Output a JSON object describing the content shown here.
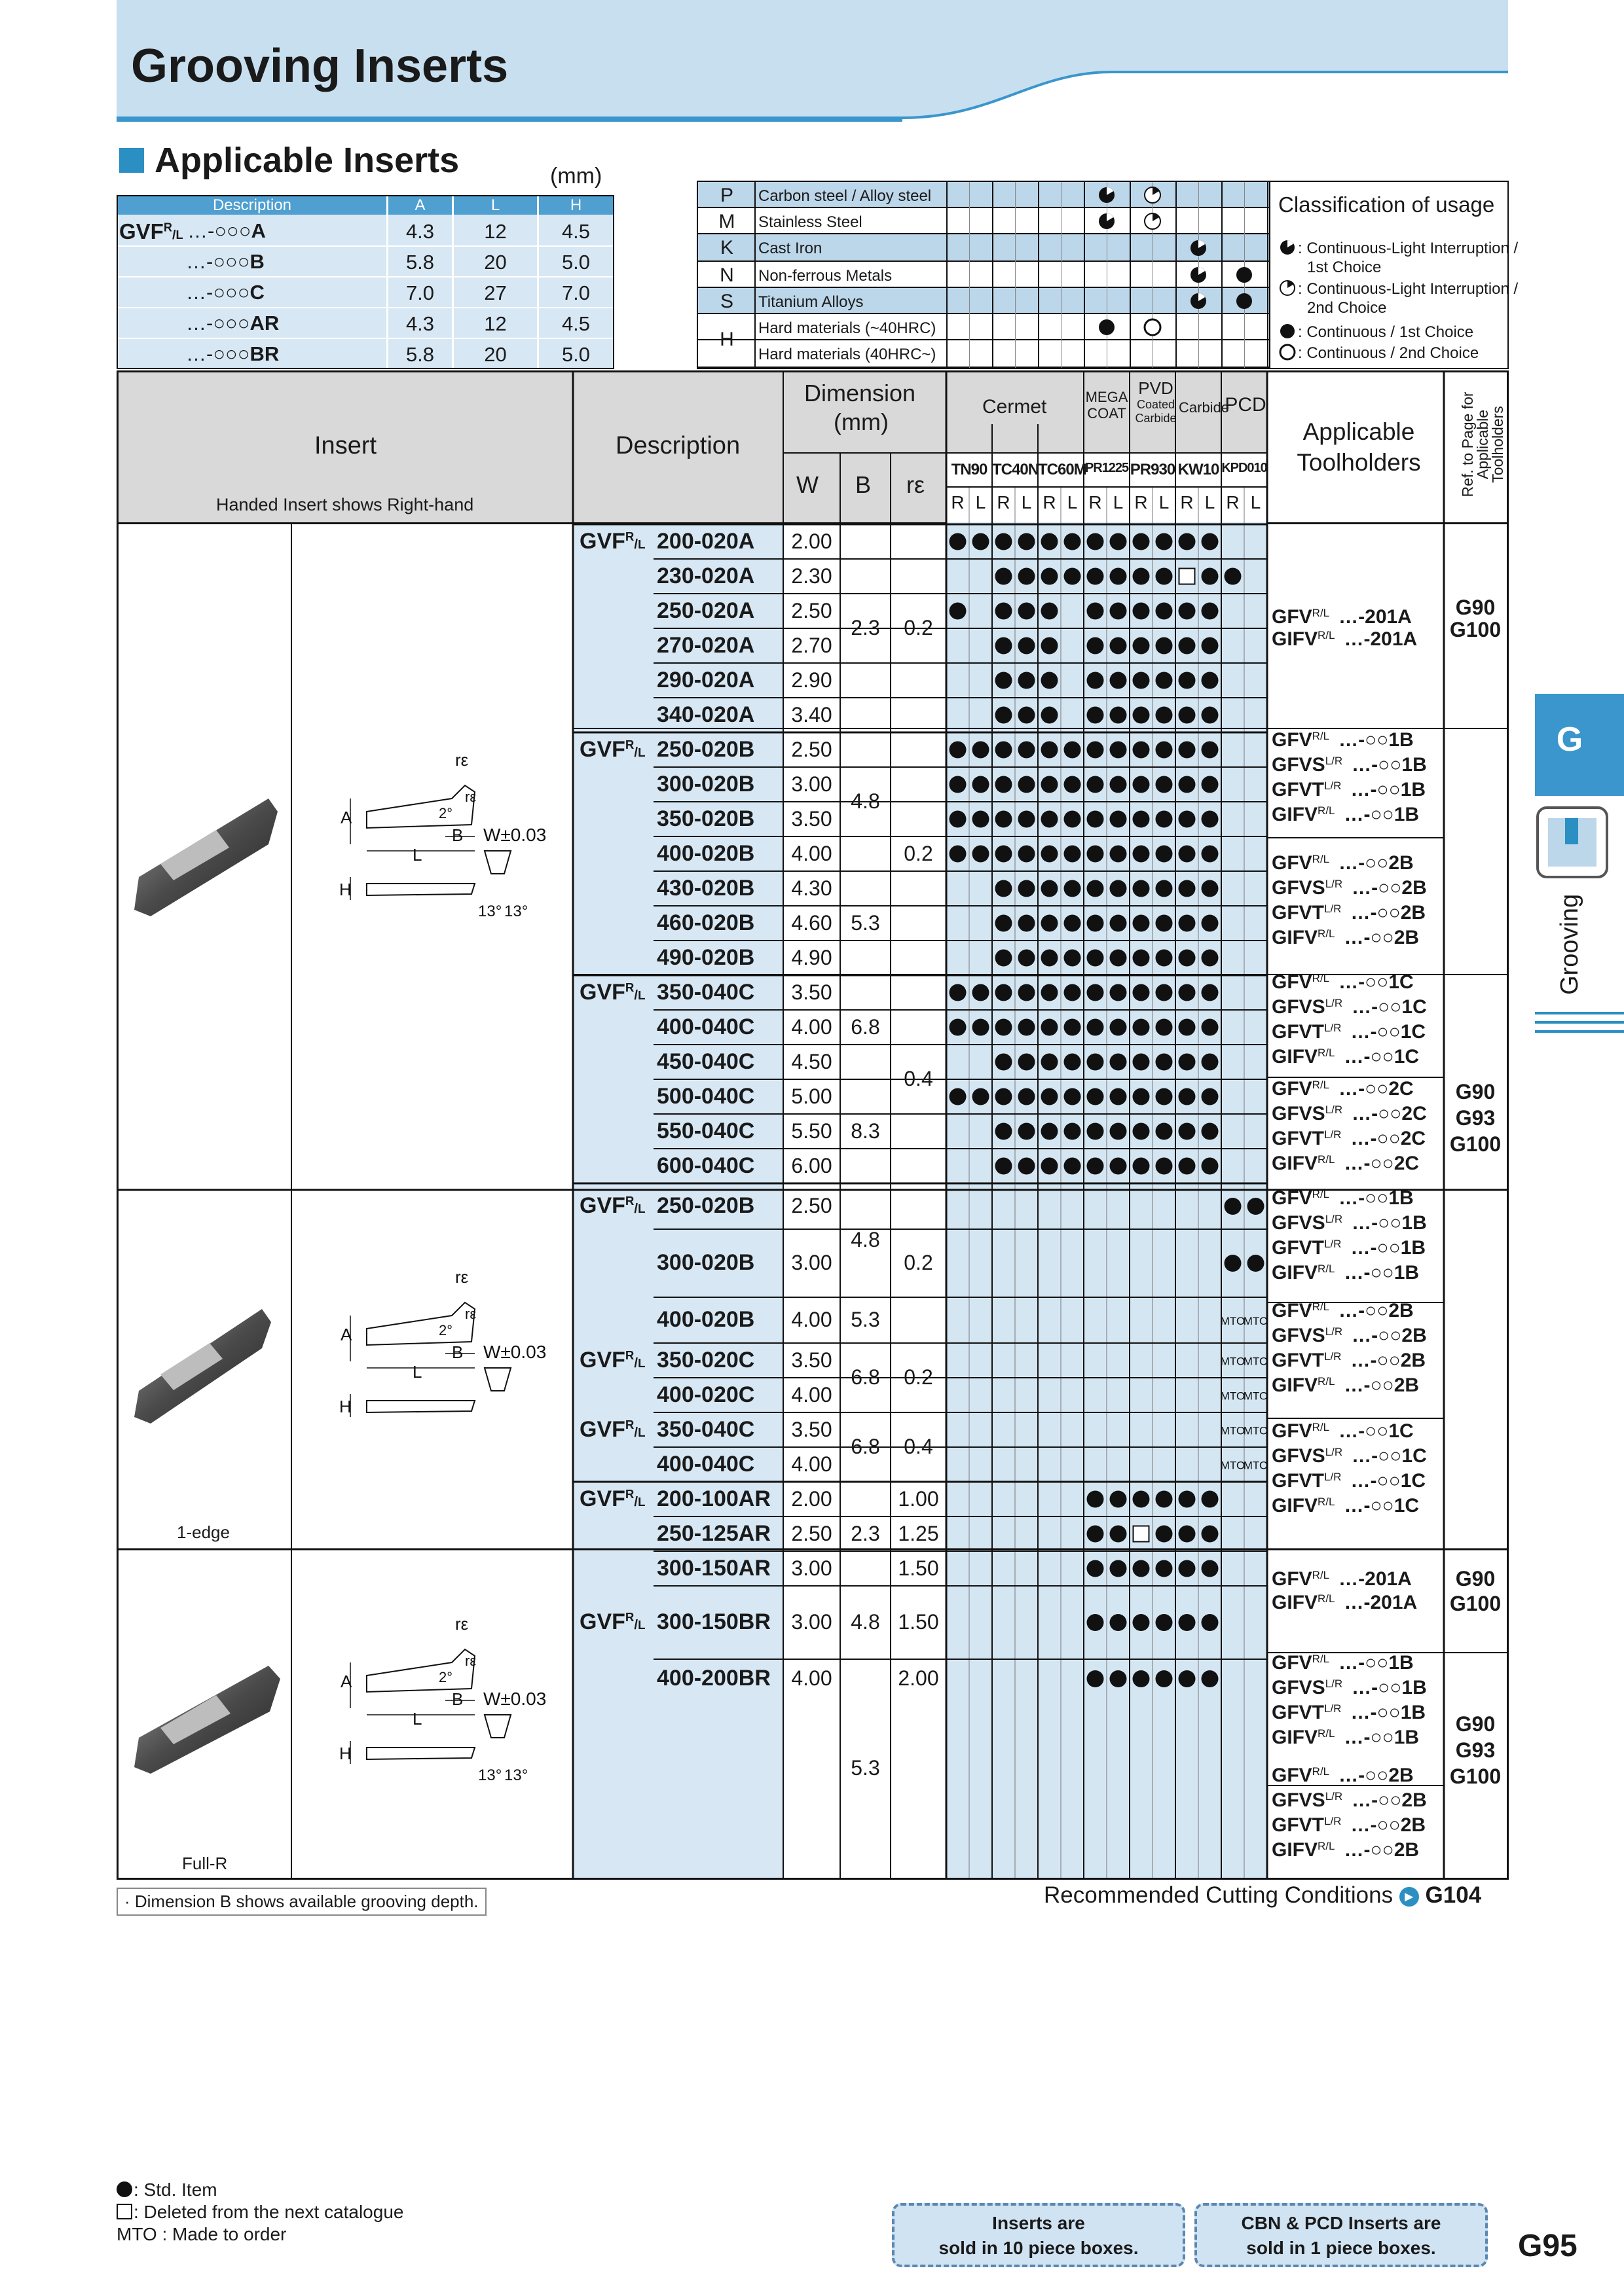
{
  "page": {
    "title": "Grooving Inserts",
    "number": "G95"
  },
  "section": {
    "title": "Applicable Inserts",
    "unit": "(mm)"
  },
  "dims_table": {
    "headers": [
      "Description",
      "A",
      "L",
      "H"
    ],
    "rows": [
      {
        "prefix": "GVF",
        "code": "…-○○○A",
        "a": "4.3",
        "l": "12",
        "h": "4.5"
      },
      {
        "code": "…-○○○B",
        "a": "5.8",
        "l": "20",
        "h": "5.0"
      },
      {
        "code": "…-○○○C",
        "a": "7.0",
        "l": "27",
        "h": "7.0"
      },
      {
        "code": "…-○○○AR",
        "a": "4.3",
        "l": "12",
        "h": "4.5"
      },
      {
        "code": "…-○○○BR",
        "a": "5.8",
        "l": "20",
        "h": "5.0"
      }
    ]
  },
  "materials": [
    {
      "code": "P",
      "name": "Carbon steel / Alloy steel",
      "shaded": true
    },
    {
      "code": "M",
      "name": "Stainless Steel",
      "shaded": false
    },
    {
      "code": "K",
      "name": "Cast Iron",
      "shaded": true
    },
    {
      "code": "N",
      "name": "Non-ferrous Metals",
      "shaded": false
    },
    {
      "code": "S",
      "name": "Titanium Alloys",
      "shaded": true
    },
    {
      "code": "H",
      "name": "Hard materials (~40HRC)",
      "shaded": false
    },
    {
      "code": "",
      "name": "Hard materials (40HRC~)",
      "shaded": false
    }
  ],
  "usage": {
    "title": "Classification of usage",
    "items": [
      {
        "symbol": "half-fill",
        "text1": ": Continuous-Light Interruption /",
        "text2": "1st Choice"
      },
      {
        "symbol": "half-open",
        "text1": ": Continuous-Light Interruption /",
        "text2": "2nd Choice"
      },
      {
        "symbol": "fill",
        "text1": ": Continuous / 1st Choice",
        "text2": ""
      },
      {
        "symbol": "open",
        "text1": ": Continuous / 2nd Choice",
        "text2": ""
      }
    ]
  },
  "main_header": {
    "insert": "Insert",
    "handed_note": "Handed Insert shows Right-hand",
    "description": "Description",
    "dimension": "Dimension",
    "dimension_unit": "(mm)",
    "w": "W",
    "b": "B",
    "re": "rε",
    "cermet": "Cermet",
    "megacoat": "MEGA COAT",
    "pvd": "PVD",
    "pvd_sub": "Coated Carbide",
    "carbide": "Carbide",
    "pcd": "PCD",
    "grades": [
      "TN90",
      "TC40N",
      "TC60M",
      "PR1225",
      "PR930",
      "KW10",
      "KPD010"
    ],
    "applicable": "Applicable Toolholders",
    "ref": "Ref. to Page for Applicable Toolholders",
    "hand_letters": [
      "R",
      "L",
      "R",
      "L",
      "R",
      "L",
      "R",
      "L",
      "R",
      "L",
      "R",
      "L",
      "R",
      "L"
    ]
  },
  "group_labels": {
    "g2": "1-edge",
    "g3": "Full-R"
  },
  "rows": [
    {
      "p": "GVF",
      "d": "200-020A",
      "w": "2.00",
      "m": "1111111111110-"
    },
    {
      "d": "230-020A",
      "w": "2.30",
      "m": "0011111111D110"
    },
    {
      "d": "250-020A",
      "w": "2.50",
      "b": "2.3",
      "re": "0.2",
      "m": "10111011111100"
    },
    {
      "d": "270-020A",
      "w": "2.70",
      "m": "00111011111100"
    },
    {
      "d": "290-020A",
      "w": "2.90",
      "m": "00111011111100"
    },
    {
      "d": "340-020A",
      "w": "3.40",
      "m": "00111011111100"
    },
    {
      "p": "GVF",
      "d": "250-020B",
      "w": "2.50",
      "m": "11111111111100"
    },
    {
      "d": "300-020B",
      "w": "3.00",
      "b": "4.8",
      "m": "11111111111100"
    },
    {
      "d": "350-020B",
      "w": "3.50",
      "m": "11111111111100"
    },
    {
      "d": "400-020B",
      "w": "4.00",
      "re": "0.2",
      "m": "11111111111100"
    },
    {
      "d": "430-020B",
      "w": "4.30",
      "b": "5.3",
      "m": "00111111111100"
    },
    {
      "d": "460-020B",
      "w": "4.60",
      "m": "00111111111100"
    },
    {
      "d": "490-020B",
      "w": "4.90",
      "m": "00111111111100"
    },
    {
      "p": "GVF",
      "d": "350-040C",
      "w": "3.50",
      "m": "11111111111100"
    },
    {
      "d": "400-040C",
      "w": "4.00",
      "b": "6.8",
      "m": "11111111111100"
    },
    {
      "d": "450-040C",
      "w": "4.50",
      "m": "00111111111100"
    },
    {
      "d": "500-040C",
      "w": "5.00",
      "re": "0.4",
      "m": "11111111111100"
    },
    {
      "d": "550-040C",
      "w": "5.50",
      "b": "8.3",
      "m": "00111111111100"
    },
    {
      "d": "600-040C",
      "w": "6.00",
      "m": "00111111111100"
    },
    {
      "p": "GVF",
      "d": "250-020B",
      "w": "2.50",
      "m": "000000000000FF"
    },
    {
      "d": "300-020B",
      "w": "3.00",
      "b": "4.8",
      "m": "000000000000FF"
    },
    {
      "d": "400-020B",
      "w": "4.00",
      "b": "5.3",
      "re": "0.2",
      "m": "000000000000MM"
    },
    {
      "p": "GVF",
      "d": "350-020C",
      "w": "3.50",
      "b": "6.8",
      "re": "0.2",
      "m": "000000000000MM"
    },
    {
      "d": "400-020C",
      "w": "4.00",
      "m": "000000000000MM"
    },
    {
      "p": "GVF",
      "d": "350-040C",
      "w": "3.50",
      "b": "6.8",
      "re": "0.4",
      "m": "000000000000MM"
    },
    {
      "d": "400-040C",
      "w": "4.00",
      "m": "000000000000MM"
    },
    {
      "p": "GVF",
      "d": "200-100AR",
      "w": "2.00",
      "re": "1.00",
      "m": "00000011111100"
    },
    {
      "d": "250-125AR",
      "w": "2.50",
      "b": "2.3",
      "re": "1.25",
      "m": "00000011D11100"
    },
    {
      "d": "300-150AR",
      "w": "3.00",
      "re": "1.50",
      "m": "00000011111100"
    },
    {
      "p": "GVF",
      "d": "300-150BR",
      "w": "3.00",
      "b": "4.8",
      "re": "1.50",
      "m": "00000011111100"
    },
    {
      "d": "400-200BR",
      "w": "4.00",
      "b": "5.3",
      "re": "2.00",
      "m": "00000011111100"
    }
  ],
  "holders": [
    {
      "lines": [
        [
          "GFV",
          "R/L",
          "…-201A"
        ],
        [
          "GIFV",
          "R/L",
          "…-201A"
        ]
      ]
    },
    {
      "lines": [
        [
          "GFV",
          "R/L",
          "…-○○1B"
        ],
        [
          "GFVS",
          "L/R",
          "…-○○1B"
        ],
        [
          "GFVT",
          "L/R",
          "…-○○1B"
        ],
        [
          "GIFV",
          "R/L",
          "…-○○1B"
        ]
      ]
    },
    {
      "lines": [
        [
          "GFV",
          "R/L",
          "…-○○2B"
        ],
        [
          "GFVS",
          "L/R",
          "…-○○2B"
        ],
        [
          "GFVT",
          "L/R",
          "…-○○2B"
        ],
        [
          "GIFV",
          "R/L",
          "…-○○2B"
        ]
      ]
    },
    {
      "lines": [
        [
          "GFV",
          "R/L",
          "…-○○1C"
        ],
        [
          "GFVS",
          "L/R",
          "…-○○1C"
        ],
        [
          "GFVT",
          "L/R",
          "…-○○1C"
        ],
        [
          "GIFV",
          "R/L",
          "…-○○1C"
        ]
      ]
    },
    {
      "lines": [
        [
          "GFV",
          "R/L",
          "…-○○2C"
        ],
        [
          "GFVS",
          "L/R",
          "…-○○2C"
        ],
        [
          "GFVT",
          "L/R",
          "…-○○2C"
        ],
        [
          "GIFV",
          "R/L",
          "…-○○2C"
        ]
      ]
    },
    {
      "lines": [
        [
          "GFV",
          "R/L",
          "…-○○1B"
        ],
        [
          "GFVS",
          "L/R",
          "…-○○1B"
        ],
        [
          "GFVT",
          "L/R",
          "…-○○1B"
        ],
        [
          "GIFV",
          "R/L",
          "…-○○1B"
        ]
      ]
    },
    {
      "lines": [
        [
          "GFV",
          "R/L",
          "…-○○2B"
        ],
        [
          "GFVS",
          "L/R",
          "…-○○2B"
        ],
        [
          "GFVT",
          "L/R",
          "…-○○2B"
        ],
        [
          "GIFV",
          "R/L",
          "…-○○2B"
        ]
      ]
    },
    {
      "lines": [
        [
          "GFV",
          "R/L",
          "…-○○1C"
        ],
        [
          "GFVS",
          "L/R",
          "…-○○1C"
        ],
        [
          "GFVT",
          "L/R",
          "…-○○1C"
        ],
        [
          "GIFV",
          "R/L",
          "…-○○1C"
        ]
      ]
    },
    {
      "lines": [
        [
          "GFV",
          "R/L",
          "…-201A"
        ],
        [
          "GIFV",
          "R/L",
          "…-201A"
        ]
      ]
    },
    {
      "lines": [
        [
          "GFV",
          "R/L",
          "…-○○1B"
        ],
        [
          "GFVS",
          "L/R",
          "…-○○1B"
        ],
        [
          "GFVT",
          "L/R",
          "…-○○1B"
        ],
        [
          "GIFV",
          "R/L",
          "…-○○1B"
        ]
      ]
    },
    {
      "lines": [
        [
          "GFV",
          "R/L",
          "…-○○2B"
        ],
        [
          "GFVS",
          "L/R",
          "…-○○2B"
        ],
        [
          "GFVT",
          "L/R",
          "…-○○2B"
        ],
        [
          "GIFV",
          "R/L",
          "…-○○2B"
        ]
      ]
    }
  ],
  "refs": [
    [
      "G90",
      "G100"
    ],
    [
      "G90",
      "G93",
      "G100"
    ],
    [
      "G90",
      "G100"
    ],
    [
      "G90",
      "G93",
      "G100"
    ]
  ],
  "mto": "MTO",
  "footnote": "· Dimension B shows available grooving depth.",
  "recommended": {
    "text": "Recommended Cutting Conditions",
    "page": "G104"
  },
  "legend": [
    {
      "symbol": "fill",
      "text": ": Std. Item"
    },
    {
      "symbol": "square",
      "text": ": Deleted from the next catalogue"
    },
    {
      "symbol": "",
      "text": "MTO : Made to order"
    }
  ],
  "boxes": [
    {
      "line1": "Inserts are",
      "line2": "sold in 10 piece boxes."
    },
    {
      "line1": "CBN & PCD Inserts are",
      "line2": "sold in 1 piece boxes."
    }
  ],
  "side_tab": {
    "letter": "G",
    "label": "Grooving"
  },
  "drawing_labels": {
    "re": "rε",
    "a": "A",
    "b": "B",
    "l": "L",
    "h": "H",
    "two": "2°",
    "w": "W±0.03",
    "ang": "13°",
    "ang2": "13°"
  },
  "colors": {
    "band": "#c7deef",
    "accent": "#2b8fc4",
    "head": "#4f9fd1",
    "light": "#d7e7f4",
    "tab": "#3a96cc",
    "dash": "#5b87b0"
  }
}
